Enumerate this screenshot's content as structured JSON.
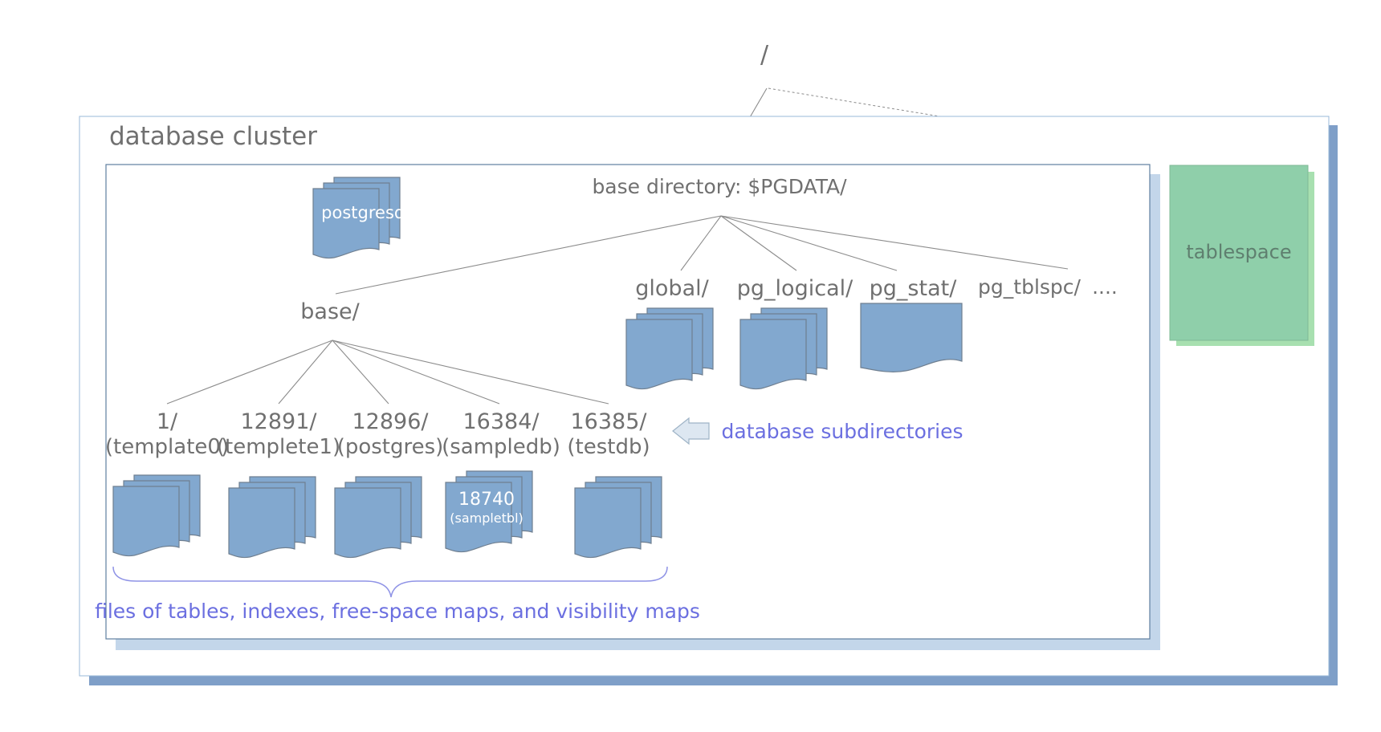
{
  "root": {
    "label": "/"
  },
  "cluster": {
    "title": "database cluster"
  },
  "base_directory": {
    "label": "base directory: $PGDATA/"
  },
  "config_file": {
    "label": "postgresql.conf"
  },
  "subdirs": {
    "base": "base/",
    "global": "global/",
    "pg_logical": "pg_logical/",
    "pg_stat": "pg_stat/",
    "pg_tblspc": "pg_tblspc/",
    "more": "...."
  },
  "databases": [
    {
      "oid": "1/",
      "name": "(template0)"
    },
    {
      "oid": "12891/",
      "name": "(templete1)"
    },
    {
      "oid": "12896/",
      "name": "(postgres)"
    },
    {
      "oid": "16384/",
      "name": "(sampledb)"
    },
    {
      "oid": "16385/",
      "name": "(testdb)"
    }
  ],
  "sample_table_file": {
    "oid": "18740",
    "name": "(sampletbl)"
  },
  "annotations": {
    "database_subdirectories": "database subdirectories",
    "files": "files of tables, indexes, free-space maps, and visibility maps"
  },
  "tablespace": {
    "label": "tablespace"
  },
  "colors": {
    "file_fill": "#82a8cf",
    "cluster_shadow": "#7f9fc8",
    "pgdata_shadow": "#c3d6ea",
    "tablespace_fill": "#8fcfaa",
    "tablespace_shadow": "#a8e0b0",
    "annotation_text": "#6b6fe0"
  },
  "icons": {
    "file_stack": "stacked-document-icon",
    "pointer": "left-arrow-icon",
    "brace": "curly-brace-icon"
  }
}
